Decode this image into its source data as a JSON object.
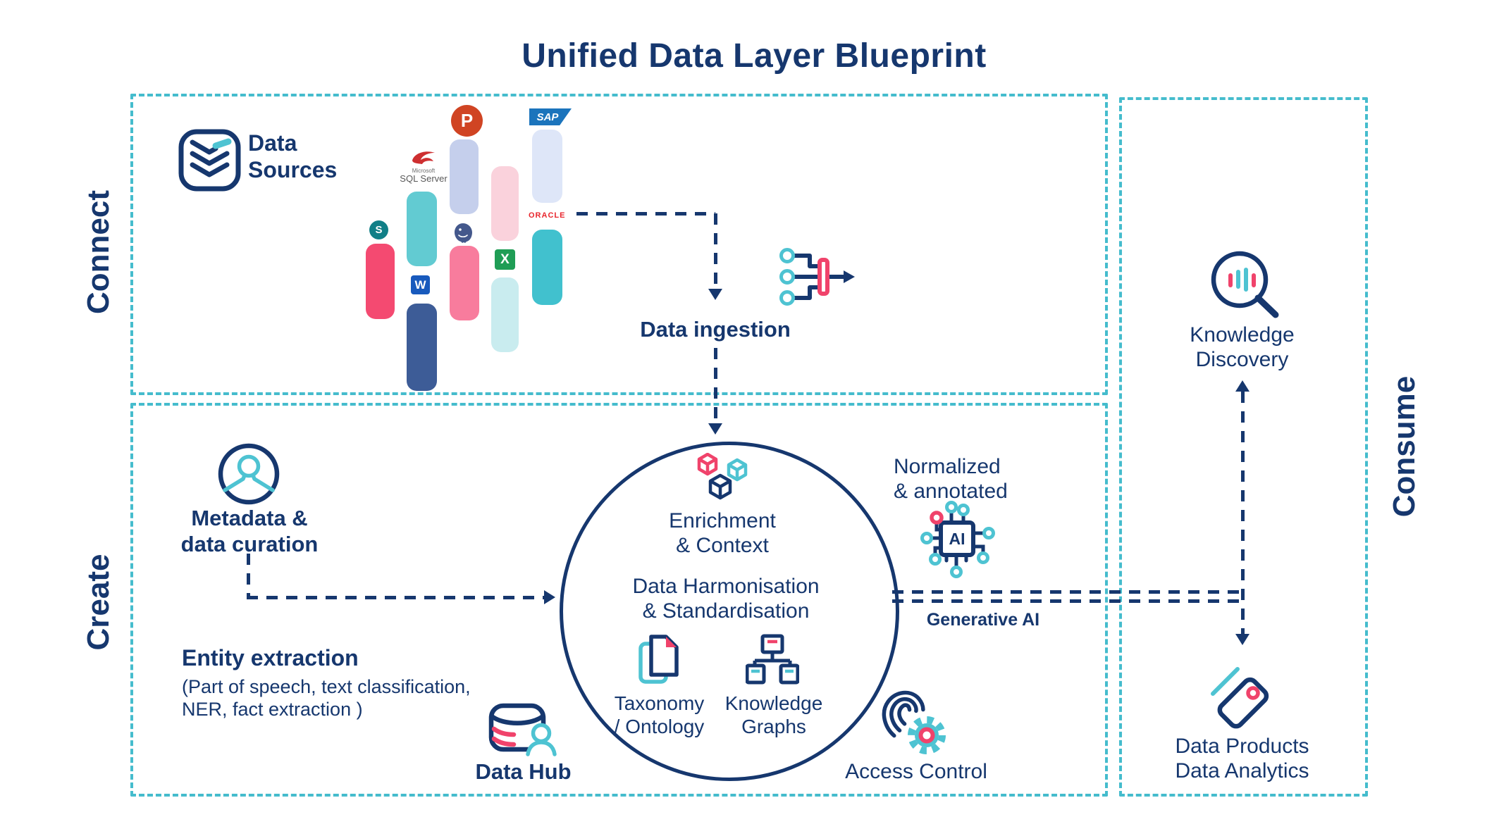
{
  "title": "Unified Data Layer Blueprint",
  "colors": {
    "navy": "#16376E",
    "teal_border": "#45BCCD",
    "icon_teal": "#4EC3D2",
    "pink": "#F0436B"
  },
  "sections": {
    "connect": "Connect",
    "create": "Create",
    "consume": "Consume"
  },
  "connect": {
    "data_sources": {
      "line1": "Data",
      "line2": "Sources"
    },
    "tile_colors": [
      "#C5CFEC",
      "#DEE6F8",
      "#62CBD2",
      "#FAD2DC",
      "#41C1CE",
      "#F44A71",
      "#F87C9D",
      "#C9ECEF",
      "#3D5C97"
    ],
    "logos": {
      "powerpoint": "P",
      "sap": "SAP",
      "oracle": "ORACLE",
      "sql_server_brand": "Microsoft",
      "sql_server": "SQL Server",
      "sharepoint": "S",
      "excel": "X",
      "word": "W"
    },
    "data_ingestion": "Data ingestion"
  },
  "create": {
    "metadata": {
      "line1": "Metadata &",
      "line2": "data curation"
    },
    "entity": {
      "title": "Entity extraction",
      "sub1": "(Part of speech, text classification,",
      "sub2": "NER, fact extraction )"
    },
    "data_hub": "Data Hub",
    "circle": {
      "enrichment1": "Enrichment",
      "enrichment2": "& Context",
      "harmonisation1": "Data Harmonisation",
      "harmonisation2": "& Standardisation",
      "taxonomy1": "Taxonomy",
      "taxonomy2": "/ Ontology",
      "graphs1": "Knowledge",
      "graphs2": "Graphs"
    },
    "normalized": {
      "line1": "Normalized",
      "line2": "& annotated"
    },
    "ai_chip": "AI",
    "generative_ai": "Generative AI",
    "access_control": "Access Control"
  },
  "consume": {
    "knowledge_discovery": {
      "line1": "Knowledge",
      "line2": "Discovery"
    },
    "data_products": {
      "line1": "Data Products",
      "line2": "Data Analytics"
    }
  }
}
